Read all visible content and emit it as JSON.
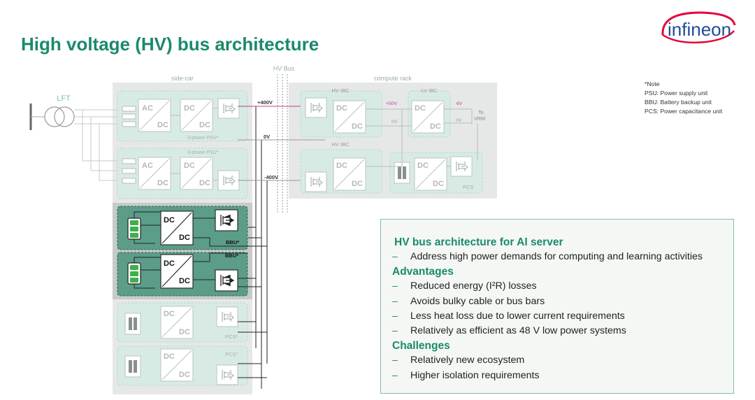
{
  "title": "High voltage (HV) bus architecture",
  "logo": {
    "text": "infineon",
    "color": "#1f4b9a",
    "arc_color": "#e4003a"
  },
  "note": {
    "heading": "*Note",
    "lines": [
      "PSU: Power supply unit",
      "BBU: Battery backup unit",
      "PCS: Power capacitance unit"
    ]
  },
  "diagram": {
    "lft": "LFT",
    "sidecar": "side-car",
    "hvbus": "HV Bus",
    "compute_rack": "compute rack",
    "rails": {
      "plus400": "+400V",
      "zero": "0V",
      "minus400": "-400V"
    },
    "psu1": "3-phase PSU*",
    "psu2": "3-phase PSU*",
    "bbu1": "BBU*",
    "bbu2": "BBU*",
    "pcs_side1": "PCS*",
    "pcs_side2": "PCS*",
    "hv_ibc1": "HV IBC",
    "hv_ibc2": "HV IBC",
    "lv_ibc": "LV IBC",
    "v50": "+50V",
    "v0a": "0V",
    "v6": "6V",
    "v0b": "0V",
    "to": "To",
    "vrm": "VRM",
    "pcs_rack": "PCS",
    "ac": "AC",
    "dc": "DC"
  },
  "info": {
    "heading": "HV bus architecture for AI server",
    "intro": [
      "Address high power demands for computing and learning activities"
    ],
    "advantages_heading": "Advantages",
    "advantages": [
      "Reduced energy (I²R) losses",
      "Avoids bulky cable or bus bars",
      "Less heat loss due to lower current requirements",
      "Relatively as efficient as 48 V low power systems"
    ],
    "challenges_heading": "Challenges",
    "challenges": [
      "Relatively new ecosystem",
      "Higher isolation requirements"
    ],
    "dash": "–"
  },
  "colors": {
    "accent_green": "#1a8a6c",
    "panel_grey": "#e5e7e6",
    "block_light": "#d7ebe4",
    "bbu_teal": "#5b9d89",
    "battery_green": "#3db04a",
    "rail_magenta": "#c03c94"
  }
}
